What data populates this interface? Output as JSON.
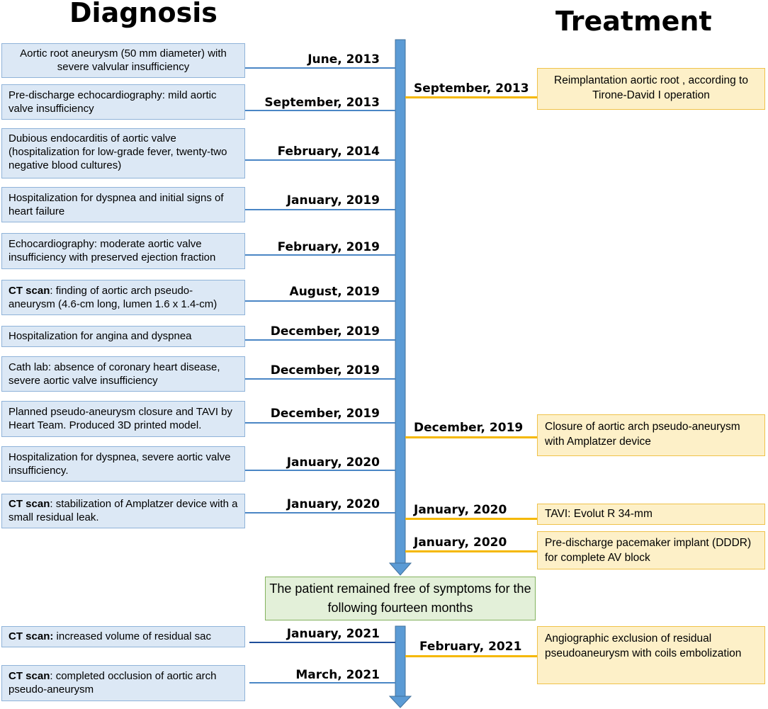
{
  "headers": {
    "diagnosis": "Diagnosis",
    "treatment": "Treatment"
  },
  "diagnosis": [
    {
      "text": "Aortic root aneurysm  (50 mm diameter) with severe valvular insufficiency",
      "date": "June, 2013"
    },
    {
      "text": "Pre-discharge echocardiography: mild aortic valve insufficiency",
      "date": "September, 2013"
    },
    {
      "text": "Dubious endocarditis of aortic valve (hospitalization for low-grade fever,  twenty-two negative blood cultures)",
      "date": "February, 2014"
    },
    {
      "text": "Hospitalization for dyspnea and initial  signs of heart failure",
      "date": "January, 2019"
    },
    {
      "text": "Echocardiography: moderate aortic valve insufficiency with preserved ejection fraction",
      "date": "February, 2019"
    },
    {
      "bold": "CT scan",
      "text": ": finding of aortic arch pseudo-aneurysm (4.6-cm long, lumen 1.6 x 1.4-cm)",
      "date": "August, 2019"
    },
    {
      "text": "Hospitalization for angina and dyspnea",
      "date": "December, 2019"
    },
    {
      "text": "Cath lab: absence of coronary heart disease, severe aortic valve insufficiency",
      "date": "December, 2019"
    },
    {
      "text": "Planned pseudo-aneurysm closure and TAVI by Heart Team.  Produced 3D printed model.",
      "date": "December, 2019"
    },
    {
      "text": "Hospitalization for dyspnea, severe aortic valve insufficiency.",
      "date": "January, 2020"
    },
    {
      "bold": "CT scan",
      "text": ": stabilization of Amplatzer device with a small residual leak.",
      "date": "January, 2020"
    },
    {
      "bold": "CT scan:",
      "text": " increased volume of residual  sac",
      "date": "January, 2021"
    },
    {
      "bold": "CT scan",
      "text": ": completed occlusion of aortic arch pseudo-aneurysm",
      "date": "March, 2021"
    }
  ],
  "treatment": [
    {
      "text": "Reimplantation aortic root , according to Tirone-David I operation",
      "date": "September, 2013"
    },
    {
      "text": "Closure of aortic arch pseudo-aneurysm with Amplatzer device",
      "date": "December, 2019"
    },
    {
      "text": "TAVI: Evolut R 34-mm",
      "date": "January, 2020"
    },
    {
      "text": "Pre-discharge pacemaker implant (DDDR) for complete AV block",
      "date": "January, 2020"
    },
    {
      "text": "Angiographic exclusion of residual pseudoaneurysm  with coils embolization",
      "date": "February, 2021"
    }
  ],
  "interval_note": "The patient remained free of symptoms for the following fourteen months"
}
